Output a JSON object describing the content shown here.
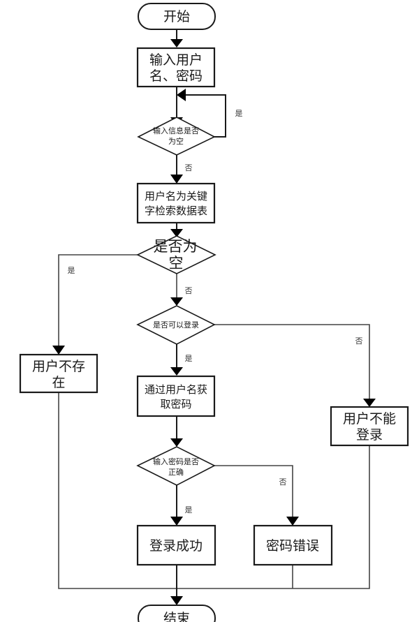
{
  "diagram": {
    "type": "flowchart",
    "nodes": {
      "start": {
        "kind": "terminator",
        "label": "开始"
      },
      "input_credentials": {
        "kind": "process",
        "lines": [
          "输入用户",
          "名、密码"
        ]
      },
      "check_input_empty": {
        "kind": "decision",
        "lines": [
          "输入信息是否",
          "为空"
        ]
      },
      "search_table": {
        "kind": "process",
        "lines": [
          "用户名为关键",
          "字检索数据表"
        ]
      },
      "check_result_empty": {
        "kind": "decision",
        "lines": [
          "是否为",
          "空"
        ]
      },
      "check_can_login": {
        "kind": "decision",
        "lines": [
          "是否可以登录"
        ]
      },
      "user_not_exist": {
        "kind": "process",
        "lines": [
          "用户不存",
          "在"
        ]
      },
      "get_password": {
        "kind": "process",
        "lines": [
          "通过用户名获",
          "取密码"
        ]
      },
      "user_cannot_login": {
        "kind": "process",
        "lines": [
          "用户不能",
          "登录"
        ]
      },
      "check_password": {
        "kind": "decision",
        "lines": [
          "输入密码是否",
          "正确"
        ]
      },
      "login_success": {
        "kind": "process",
        "lines": [
          "登录成功"
        ]
      },
      "password_error": {
        "kind": "process",
        "lines": [
          "密码错误"
        ]
      },
      "end": {
        "kind": "terminator",
        "label": "结束"
      }
    },
    "edge_labels": {
      "input_empty_yes": "是",
      "input_empty_no": "否",
      "result_empty_yes": "是",
      "result_empty_no": "否",
      "can_login_yes": "是",
      "can_login_no": "否",
      "password_correct_yes": "是",
      "password_correct_no": "否"
    },
    "edges": [
      {
        "from": "start",
        "to": "input_credentials",
        "label": ""
      },
      {
        "from": "input_credentials",
        "to": "check_input_empty",
        "label": ""
      },
      {
        "from": "check_input_empty",
        "to": "check_input_empty",
        "label": "是"
      },
      {
        "from": "check_input_empty",
        "to": "search_table",
        "label": "否"
      },
      {
        "from": "search_table",
        "to": "check_result_empty",
        "label": ""
      },
      {
        "from": "check_result_empty",
        "to": "user_not_exist",
        "label": "是"
      },
      {
        "from": "check_result_empty",
        "to": "check_can_login",
        "label": "否"
      },
      {
        "from": "check_can_login",
        "to": "get_password",
        "label": "是"
      },
      {
        "from": "check_can_login",
        "to": "user_cannot_login",
        "label": "否"
      },
      {
        "from": "get_password",
        "to": "check_password",
        "label": ""
      },
      {
        "from": "check_password",
        "to": "login_success",
        "label": "是"
      },
      {
        "from": "check_password",
        "to": "password_error",
        "label": "否"
      },
      {
        "from": "user_not_exist",
        "to": "end",
        "label": ""
      },
      {
        "from": "login_success",
        "to": "end",
        "label": ""
      },
      {
        "from": "password_error",
        "to": "end",
        "label": ""
      },
      {
        "from": "user_cannot_login",
        "to": "end",
        "label": ""
      }
    ]
  }
}
